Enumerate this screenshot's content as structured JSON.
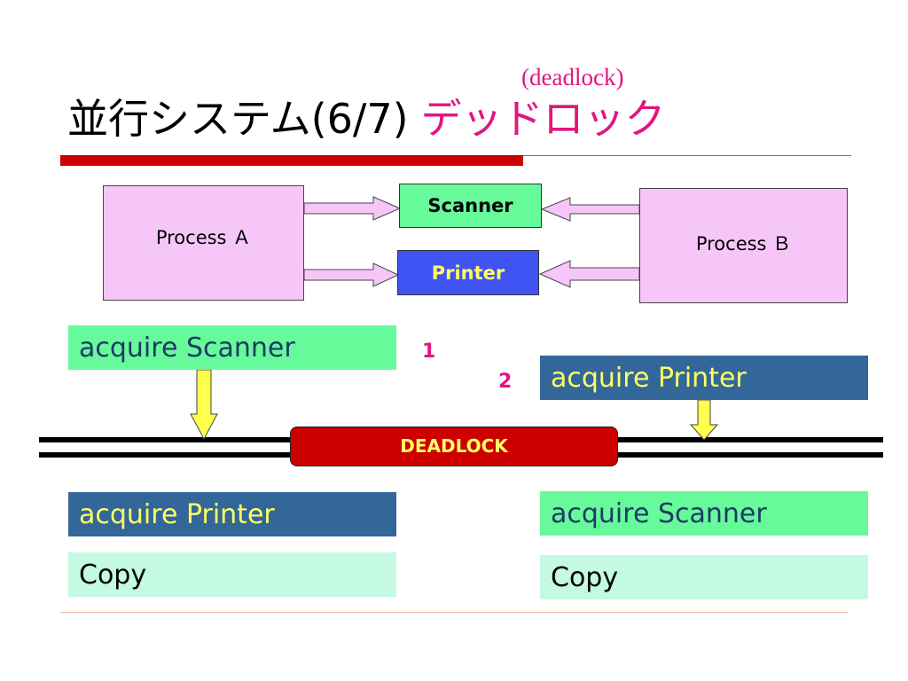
{
  "header": {
    "subtitle_en": "(deadlock)",
    "title_main": "並行システム(6/7)",
    "title_accent": "デッドロック"
  },
  "resources": {
    "scanner": "Scanner",
    "printer": "Printer"
  },
  "process_a": {
    "label": "Process Ａ",
    "steps": [
      "acquire Scanner",
      "acquire Printer",
      "Copy"
    ],
    "order": "1"
  },
  "process_b": {
    "label": "Process Ｂ",
    "steps": [
      "acquire Printer",
      "acquire Scanner",
      "Copy"
    ],
    "order": "2"
  },
  "deadlock": {
    "label": "DEADLOCK"
  },
  "colors": {
    "accent_pink": "#e01680",
    "title_rule_red": "#cc0000",
    "process_fill": "#f7c6f9",
    "scanner_green": "#66fa9b",
    "printer_blue": "#3f52f2",
    "step_blue": "#336699",
    "step_light": "#c4f9e2",
    "arrow_yellow": "#ffff4d"
  }
}
